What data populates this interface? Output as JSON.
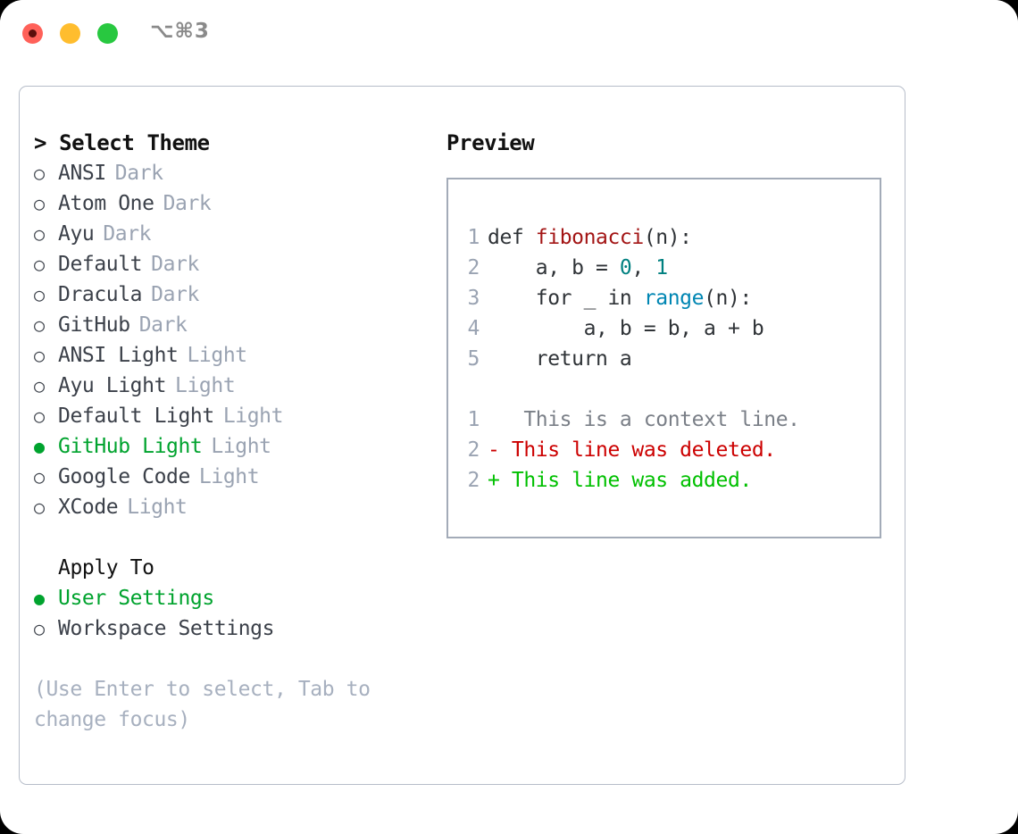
{
  "titlebar": {
    "shortcut": "⌥⌘3",
    "buttons": [
      {
        "name": "close",
        "color": "#ff6159"
      },
      {
        "name": "minimize",
        "color": "#ffbd2e"
      },
      {
        "name": "maximize",
        "color": "#28c840"
      }
    ]
  },
  "colors": {
    "accent_green": "#00a32e",
    "muted_gray": "#9aa3b2",
    "hint_gray": "#a7b0bf",
    "text_dark": "#3b4049",
    "border": "#b6bdc9",
    "preview_border": "#a3abb8",
    "diff_delete": "#cc0000",
    "diff_add": "#00c000",
    "token_function": "#a31515",
    "token_number": "#008080",
    "token_call": "#0086b3"
  },
  "theme_section": {
    "header": "> Select Theme",
    "items": [
      {
        "marker": "○",
        "label": "ANSI",
        "tag": "Dark",
        "selected": false
      },
      {
        "marker": "○",
        "label": "Atom One",
        "tag": "Dark",
        "selected": false
      },
      {
        "marker": "○",
        "label": "Ayu",
        "tag": "Dark",
        "selected": false
      },
      {
        "marker": "○",
        "label": "Default",
        "tag": "Dark",
        "selected": false
      },
      {
        "marker": "○",
        "label": "Dracula",
        "tag": "Dark",
        "selected": false
      },
      {
        "marker": "○",
        "label": "GitHub",
        "tag": "Dark",
        "selected": false
      },
      {
        "marker": "○",
        "label": "ANSI Light",
        "tag": "Light",
        "selected": false
      },
      {
        "marker": "○",
        "label": "Ayu Light",
        "tag": "Light",
        "selected": false
      },
      {
        "marker": "○",
        "label": "Default Light",
        "tag": "Light",
        "selected": false
      },
      {
        "marker": "●",
        "label": "GitHub Light",
        "tag": "Light",
        "selected": true
      },
      {
        "marker": "○",
        "label": "Google Code",
        "tag": "Light",
        "selected": false
      },
      {
        "marker": "○",
        "label": "XCode",
        "tag": "Light",
        "selected": false
      }
    ]
  },
  "apply_section": {
    "header": "Apply To",
    "items": [
      {
        "marker": "●",
        "label": "User Settings",
        "selected": true
      },
      {
        "marker": "○",
        "label": "Workspace Settings",
        "selected": false
      }
    ]
  },
  "hint": "(Use Enter to select, Tab to change focus)",
  "preview": {
    "header": "Preview",
    "code_lines": [
      {
        "no": "1",
        "parts": [
          {
            "text": "def ",
            "tok": "plain"
          },
          {
            "text": "fibonacci",
            "tok": "fn"
          },
          {
            "text": "(n):",
            "tok": "plain"
          }
        ]
      },
      {
        "no": "2",
        "parts": [
          {
            "text": "    a, b = ",
            "tok": "plain"
          },
          {
            "text": "0",
            "tok": "num"
          },
          {
            "text": ", ",
            "tok": "plain"
          },
          {
            "text": "1",
            "tok": "num"
          }
        ]
      },
      {
        "no": "3",
        "parts": [
          {
            "text": "    for _ in ",
            "tok": "plain"
          },
          {
            "text": "range",
            "tok": "call"
          },
          {
            "text": "(n):",
            "tok": "plain"
          }
        ]
      },
      {
        "no": "4",
        "parts": [
          {
            "text": "        a, b = b, a + b",
            "tok": "plain"
          }
        ]
      },
      {
        "no": "5",
        "parts": [
          {
            "text": "    return a",
            "tok": "plain"
          }
        ]
      }
    ],
    "diff_lines": [
      {
        "no": "1",
        "sign": " ",
        "text": "  This is a context line.",
        "kind": "ctx"
      },
      {
        "no": "2",
        "sign": "-",
        "text": " This line was deleted.",
        "kind": "del"
      },
      {
        "no": "2",
        "sign": "+",
        "text": " This line was added.",
        "kind": "add"
      }
    ]
  }
}
